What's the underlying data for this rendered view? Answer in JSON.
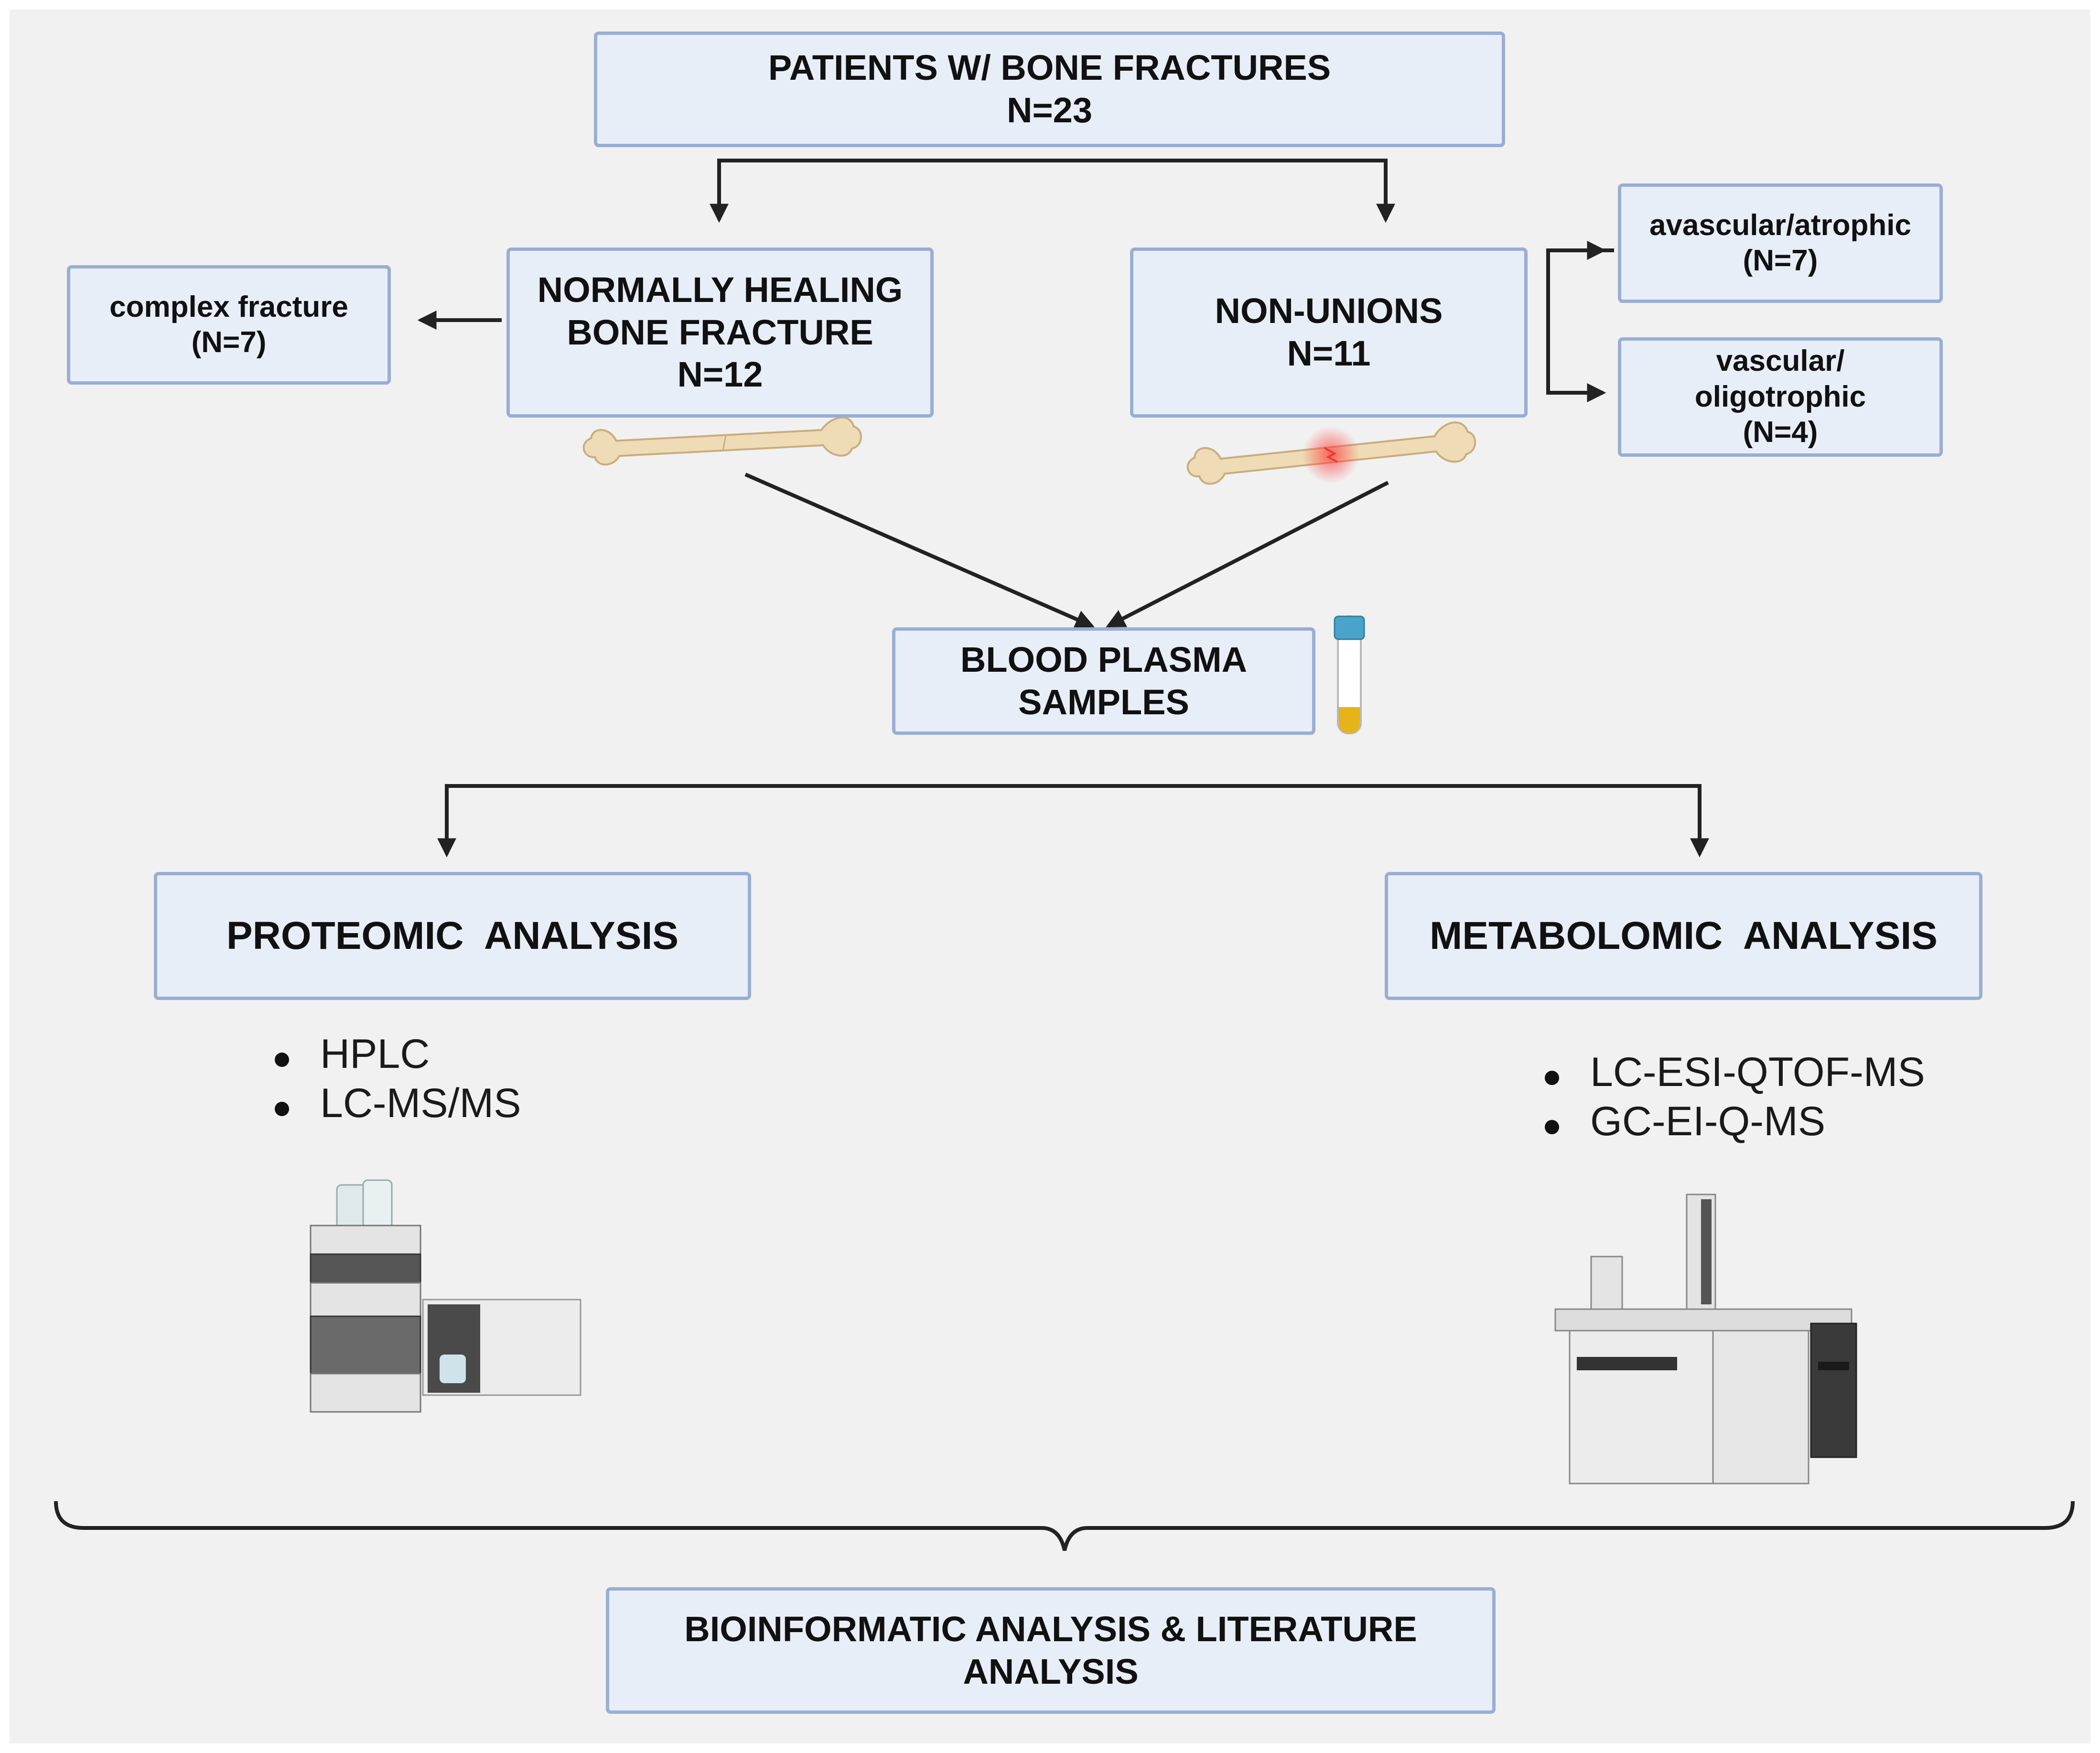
{
  "patients": {
    "title": "PATIENTS W/ BONE FRACTURES",
    "count": "N=23"
  },
  "normal": {
    "line1": "NORMALLY HEALING",
    "line2": "BONE FRACTURE",
    "count": "N=12"
  },
  "complex": {
    "label": "complex fracture",
    "count": "(N=7)"
  },
  "nonunion": {
    "title": "NON-UNIONS",
    "count": "N=11"
  },
  "avascular": {
    "label": "avascular/atrophic",
    "count": "(N=7)"
  },
  "vascular": {
    "line1": "vascular/",
    "line2": "oligotrophic",
    "count": "(N=4)"
  },
  "plasma": {
    "line1": "BLOOD PLASMA",
    "line2": "SAMPLES"
  },
  "proteomic": {
    "title": "PROTEOMIC  ANALYSIS",
    "methods": [
      "HPLC",
      "LC-MS/MS"
    ]
  },
  "metabolomic": {
    "title": "METABOLOMIC  ANALYSIS",
    "methods": [
      "LC-ESI-QTOF-MS",
      "GC-EI-Q-MS"
    ]
  },
  "bioinformatic": {
    "line1": "BIOINFORMATIC ANALYSIS & LITERATURE",
    "line2": "ANALYSIS"
  },
  "icons": [
    "bone-icon",
    "fractured-bone-icon",
    "blood-tube-icon",
    "hplc-instrument-icon",
    "gc-ms-instrument-icon"
  ],
  "colors": {
    "box_fill": "#e8eef8",
    "box_border": "#9aaed3",
    "background": "#f1f1f1",
    "arrow": "#222222",
    "fracture_glow": "#ff3b3b",
    "bone": "#efdcb6",
    "tube_cap": "#4aa3c8",
    "plasma": "#e6b318"
  }
}
